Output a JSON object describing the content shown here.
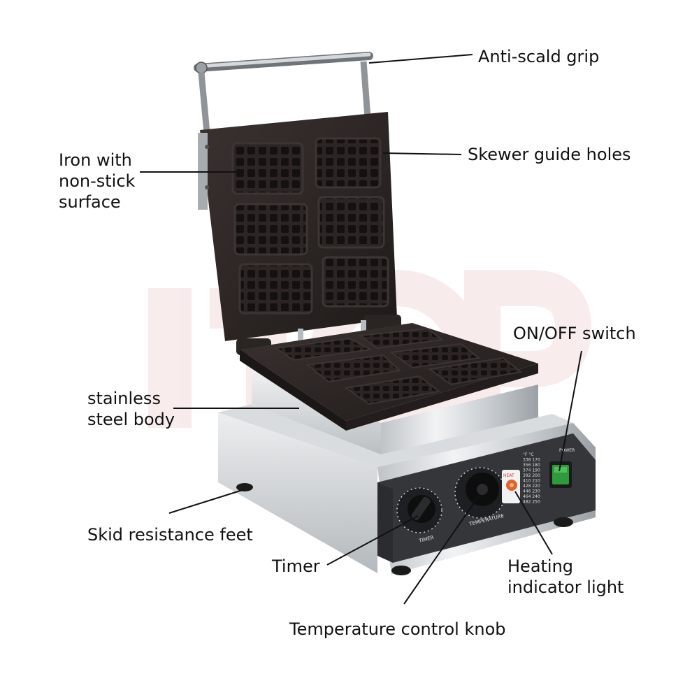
{
  "colors": {
    "line": "#111111",
    "plate": "#2a2422",
    "steel_light": "#e4e6e8",
    "steel_dark": "#9aa0a5",
    "panel": "#3a3c40",
    "switch_green": "#2f9a3c",
    "heat_light": "#e0652a",
    "watermark": "#f2dada"
  },
  "labels": {
    "anti_scald_grip": "Anti-scald grip",
    "skewer_guide_holes": "Skewer guide holes",
    "iron_non_stick": "Iron with\nnon-stick\nsurface",
    "on_off_switch": "ON/OFF switch",
    "stainless_body": "stainless\nsteel body",
    "skid_feet": "Skid resistance feet",
    "timer": "Timer",
    "heating_light": "Heating\nindicator light",
    "temp_knob": "Temperature control knob"
  },
  "panel": {
    "timer": "TIMER",
    "temperature": "TEMPERATURE",
    "power": "POWER",
    "heat": "HEAT",
    "temp_scale": "°F    °C\n338  170\n356  180\n374  190\n392  200\n410  210\n428  220\n446  230\n464  240\n482  250"
  },
  "watermark": "ITOP",
  "icons": [
    "waffle-plate-icon",
    "hinge-icon",
    "timer-knob-icon",
    "temperature-knob-icon",
    "power-switch-icon",
    "heat-light-icon"
  ]
}
